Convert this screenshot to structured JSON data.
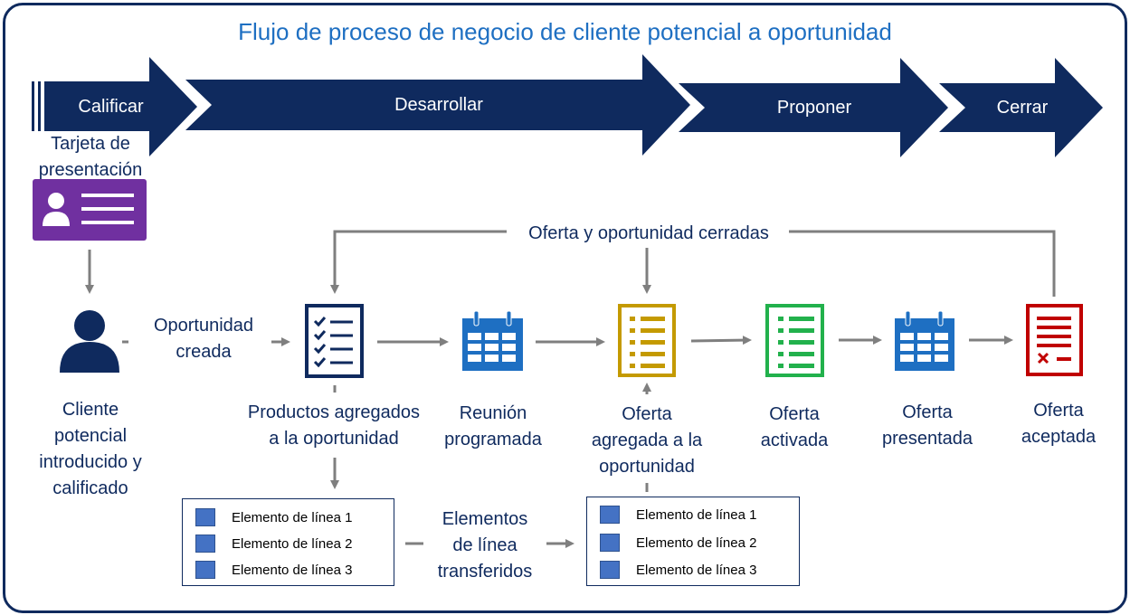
{
  "title": "Flujo de proceso de negocio de cliente potencial a oportunidad",
  "stages": [
    "Calificar",
    "Desarrollar",
    "Proponer",
    "Cerrar"
  ],
  "business_card_label": [
    "Tarjeta de",
    "presentación"
  ],
  "top_loop_label": "Oferta y oportunidad cerradas",
  "lead_label": [
    "Cliente",
    "potencial",
    "introducido y",
    "calificado"
  ],
  "opportunity_created": [
    "Oportunidad",
    "creada"
  ],
  "steps": {
    "products_added": [
      "Productos agregados",
      "a la oportunidad"
    ],
    "meeting": [
      "Reunión",
      "programada"
    ],
    "quote_added": [
      "Oferta",
      "agregada a la",
      "oportunidad"
    ],
    "quote_activated": [
      "Oferta",
      "activada"
    ],
    "quote_presented": [
      "Oferta",
      "presentada"
    ],
    "quote_accepted": [
      "Oferta",
      "aceptada"
    ]
  },
  "transfer_label": [
    "Elementos",
    "de línea",
    "transferidos"
  ],
  "line_items_left": [
    "Elemento de línea 1",
    "Elemento de línea 2",
    "Elemento de línea 3"
  ],
  "line_items_right": [
    "Elemento de línea 1",
    "Elemento de línea 2",
    "Elemento de línea 3"
  ],
  "colors": {
    "navy": "#0f2a5e",
    "blue": "#1e6fc2",
    "purple": "#7030a0",
    "gold": "#c49a00",
    "green": "#22b14c",
    "red": "#c00000",
    "arrow_gray": "#7f7f7f"
  }
}
